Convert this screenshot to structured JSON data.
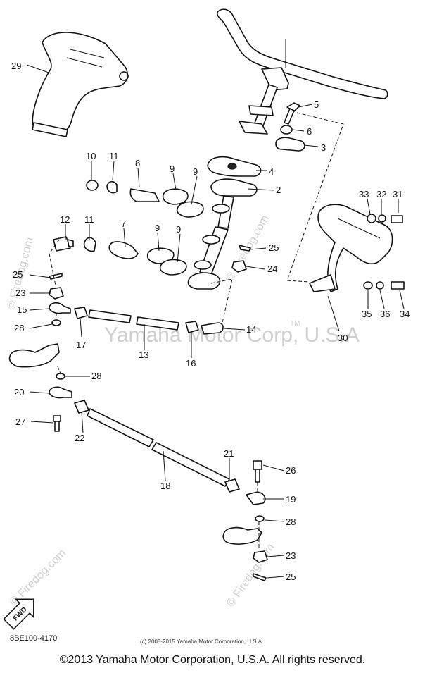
{
  "callouts": [
    "29",
    "5",
    "6",
    "3",
    "10",
    "11",
    "8",
    "9",
    "9",
    "4",
    "2",
    "33",
    "32",
    "31",
    "12",
    "11",
    "7",
    "9",
    "9",
    "25",
    "24",
    "25",
    "23",
    "15",
    "17",
    "28",
    "13",
    "16",
    "14",
    "28",
    "20",
    "27",
    "22",
    "35",
    "36",
    "34",
    "30",
    "21",
    "18",
    "26",
    "19",
    "28",
    "23",
    "25"
  ],
  "watermarks": {
    "main": "Yamaha Motor Corp, U.S.A",
    "tm": "TM",
    "site": "© Firedog.com"
  },
  "fwd_label": "FWD",
  "footer": {
    "diagram_code": "8BE100-4170",
    "small_copyright": "(c) 2005-2015 Yamaha Motor Corporation, U.S.A.",
    "copyright": "©2013 Yamaha Motor Corporation, U.S.A. All rights reserved."
  }
}
